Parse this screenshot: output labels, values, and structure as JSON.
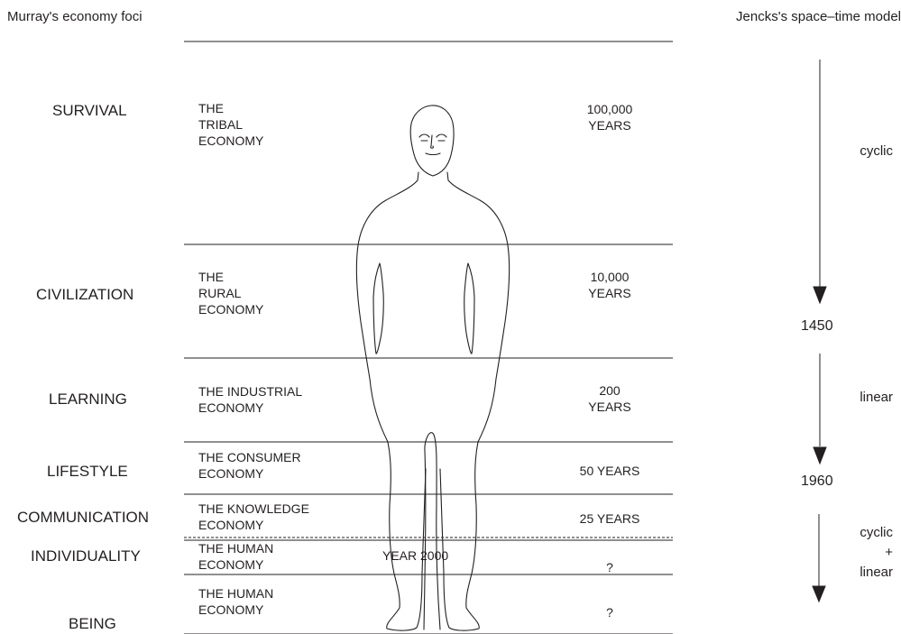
{
  "headings": {
    "left": "Murray's economy foci",
    "right": "Jencks's space–time model"
  },
  "eras": [
    {
      "focus": "SURVIVAL",
      "economy": "THE\nTRIBAL\nECONOMY",
      "duration": "100,000\nYEARS"
    },
    {
      "focus": "CIVILIZATION",
      "economy": "THE\nRURAL\nECONOMY",
      "duration": "10,000\nYEARS"
    },
    {
      "focus": "LEARNING",
      "economy": "THE INDUSTRIAL\nECONOMY",
      "duration": "200\nYEARS"
    },
    {
      "focus": "LIFESTYLE",
      "economy": "THE CONSUMER\nECONOMY",
      "duration": "50 YEARS"
    },
    {
      "focus": "COMMUNICATION",
      "economy": "THE KNOWLEDGE\nECONOMY",
      "duration": "25 YEARS"
    },
    {
      "focus": "INDIVIDUALITY",
      "economy": "THE HUMAN\nECONOMY",
      "duration": "?"
    },
    {
      "focus": "BEING",
      "economy": "THE HUMAN\nECONOMY",
      "duration": "?"
    }
  ],
  "year_marker": "YEAR 2000",
  "timeline": {
    "dates": [
      "1450",
      "1960"
    ],
    "modes": [
      "cyclic",
      "linear",
      "cyclic\n+\nlinear"
    ]
  },
  "colors": {
    "ink": "#231f20",
    "background": "#ffffff"
  }
}
